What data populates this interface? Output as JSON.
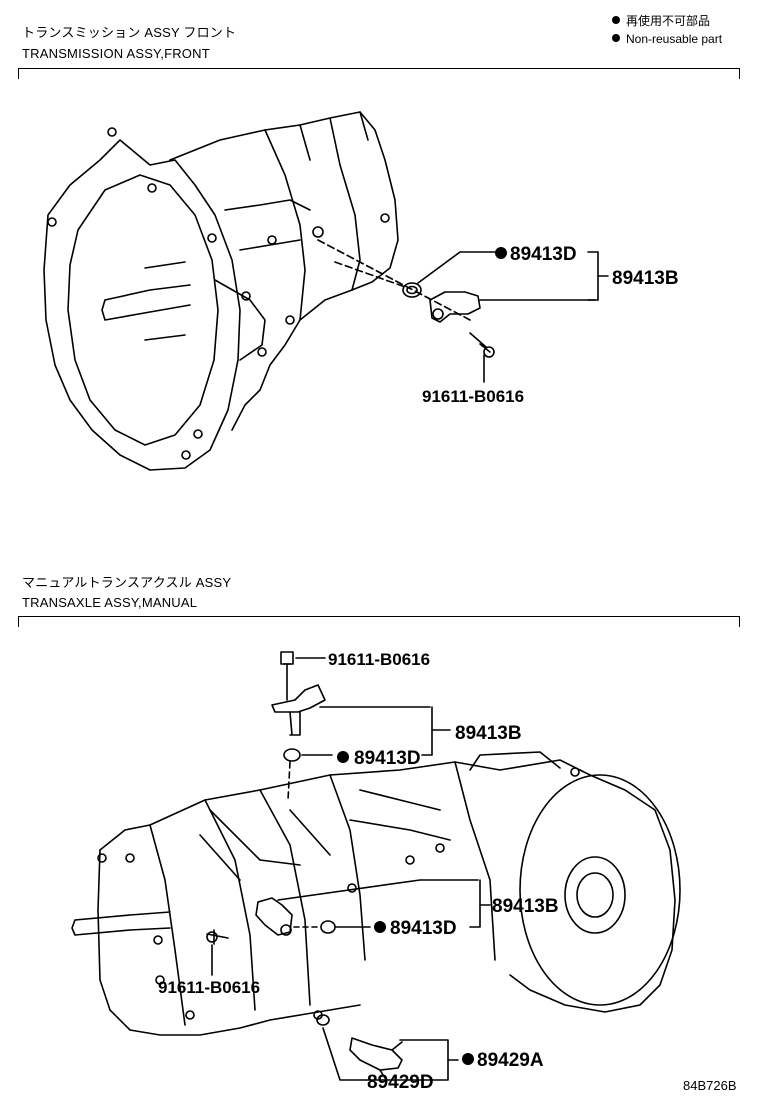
{
  "legend": {
    "line1": "再使用不可部品",
    "line2": "Non-reusable part"
  },
  "section_front": {
    "title_jp": "トランスミッション ASSY フロント",
    "title_en": "TRANSMISSION ASSY,FRONT",
    "labels": {
      "seal": "89413D",
      "sensor": "89413B",
      "bolt": "91611-B0616"
    }
  },
  "section_manual": {
    "title_jp": "マニュアルトランスアクスル ASSY",
    "title_en": "TRANSAXLE ASSY,MANUAL",
    "labels": {
      "bolt_top": "91611-B0616",
      "sensor_top": "89413B",
      "seal_top": "89413D",
      "sensor_mid": "89413B",
      "seal_mid": "89413D",
      "bolt_mid": "91611-B0616",
      "switch": "89429A",
      "gasket": "89429D"
    }
  },
  "illustration_code": "84B726B"
}
